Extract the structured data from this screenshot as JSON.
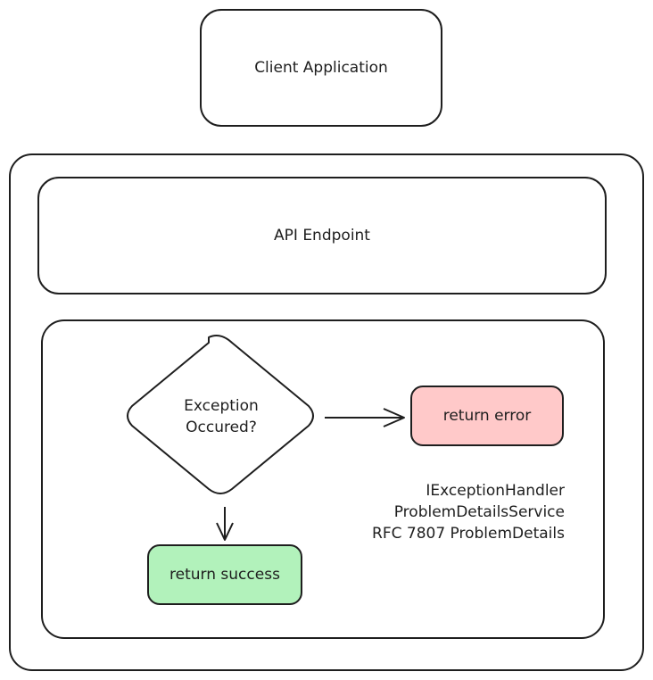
{
  "nodes": {
    "client": "Client Application",
    "api": "API Endpoint",
    "decision": [
      "Exception",
      "Occured?"
    ],
    "error": "return error",
    "success": "return success"
  },
  "notes": [
    "IExceptionHandler",
    "ProblemDetailsService",
    "RFC 7807 ProblemDetails"
  ],
  "colors": {
    "error_fill": "#ffc9c9",
    "success_fill": "#b2f2bb",
    "stroke": "#1e1e1e"
  }
}
